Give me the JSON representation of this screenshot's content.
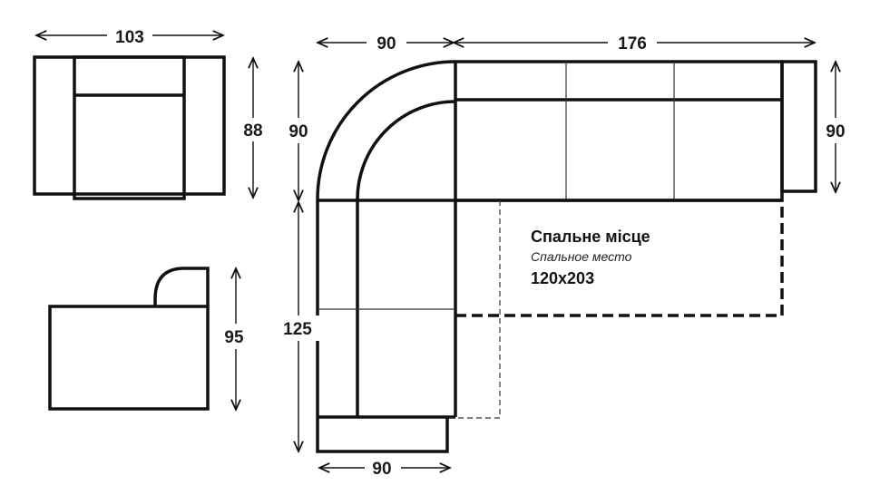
{
  "armchair_top": {
    "width": "103",
    "depth": "88"
  },
  "armchair_side": {
    "height": "95"
  },
  "corner_sofa": {
    "corner_width": "90",
    "long_side_length": "176",
    "corner_depth": "90",
    "right_depth": "90",
    "short_side_length": "125",
    "short_side_width": "90"
  },
  "sleeping_area": {
    "title_uk": "Спальне місце",
    "title_ru": "Спальное место",
    "size": "120x203"
  }
}
